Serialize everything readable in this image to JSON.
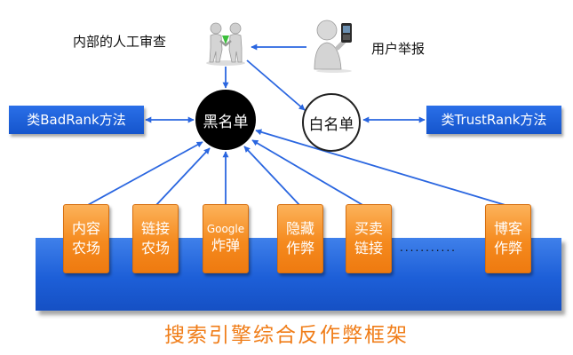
{
  "diagram": {
    "internal_review": "内部的人工审查",
    "user_report": "用户举报",
    "blacklist": "黑名单",
    "whitelist": "白名单",
    "badrank": "类BadRank方法",
    "trustrank": "类TrustRank方法",
    "methods": [
      [
        "内容",
        "农场"
      ],
      [
        "链接",
        "农场"
      ],
      [
        "Google",
        "炸弹"
      ],
      [
        "隐藏",
        "作弊"
      ],
      [
        "买卖",
        "链接"
      ],
      [
        "博客",
        "作弊"
      ]
    ],
    "ellipsis": "...........",
    "title": "搜索引擎综合反作弊框架"
  },
  "colors": {
    "arrow": "#2a66e0",
    "card": "#f58a1e",
    "base_bar": "#1d5fd8",
    "title": "#f07d18"
  },
  "icons": {
    "reviewers": "handshake-people-icon",
    "reporter": "person-phone-icon"
  }
}
